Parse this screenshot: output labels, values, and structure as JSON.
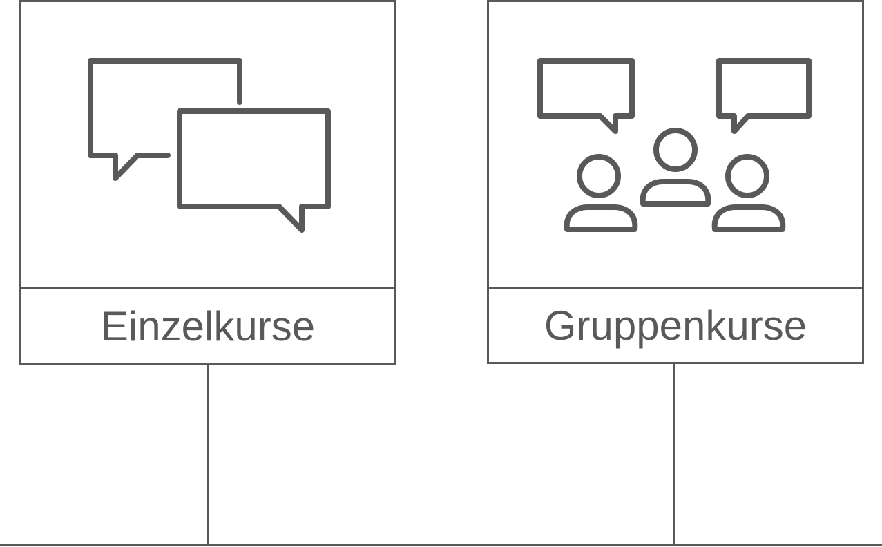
{
  "cards": [
    {
      "id": "single",
      "label": "Einzelkurse",
      "icon": "chat-bubbles-icon"
    },
    {
      "id": "group",
      "label": "Gruppenkurse",
      "icon": "group-discussion-icon"
    }
  ],
  "colors": {
    "stroke": "#595959",
    "background": "#ffffff"
  }
}
